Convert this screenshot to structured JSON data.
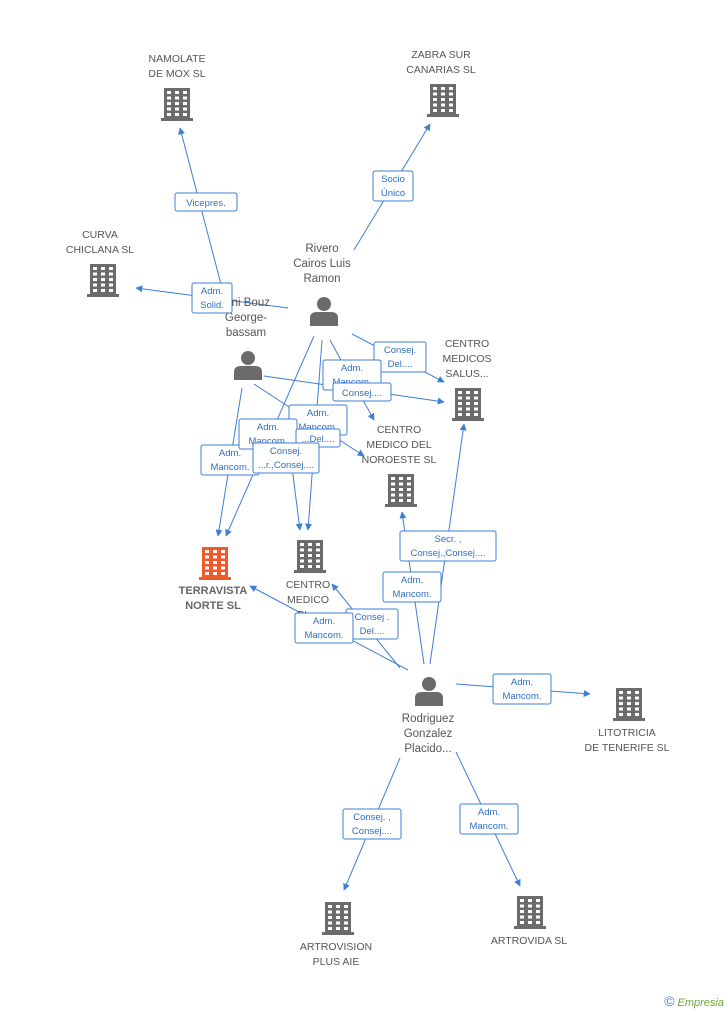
{
  "colors": {
    "edge": "#3d7fd6",
    "building": "#6b6b6b",
    "focus": "#ee5a2a",
    "person": "#6b6b6b"
  },
  "companies": [
    {
      "id": "namolate",
      "lines": [
        "NAMOLATE",
        "DE MOX  SL"
      ],
      "focus": false
    },
    {
      "id": "zabra",
      "lines": [
        "ZABRA SUR",
        "CANARIAS SL"
      ],
      "focus": false
    },
    {
      "id": "curva",
      "lines": [
        "CURVA",
        "CHICLANA  SL"
      ],
      "focus": false
    },
    {
      "id": "salus",
      "lines": [
        "CENTRO",
        "MEDICOS",
        "SALUS..."
      ],
      "focus": false
    },
    {
      "id": "noroeste",
      "lines": [
        "CENTRO",
        "MEDICO DEL",
        "NOROESTE SL"
      ],
      "focus": false
    },
    {
      "id": "terravista",
      "lines": [
        "TERRAVISTA",
        "NORTE SL"
      ],
      "focus": true
    },
    {
      "id": "medico_pl",
      "lines": [
        "CENTRO",
        "MEDICO",
        "PL..."
      ],
      "focus": false
    },
    {
      "id": "litotricia",
      "lines": [
        "LITOTRICIA",
        "DE TENERIFE SL"
      ],
      "focus": false
    },
    {
      "id": "artovision",
      "lines": [
        "ARTROVISION",
        "PLUS AIE"
      ],
      "focus": false
    },
    {
      "id": "artovida",
      "lines": [
        "ARTROVIDA SL"
      ],
      "focus": false
    }
  ],
  "persons": [
    {
      "id": "rivero",
      "lines": [
        "Rivero",
        "Cairos Luis",
        "Ramon"
      ]
    },
    {
      "id": "bouz",
      "lines": [
        "...ni Bouz",
        "George-",
        "bassam"
      ]
    },
    {
      "id": "rodriguez",
      "lines": [
        "Rodriguez",
        "Gonzalez",
        "Placido..."
      ]
    }
  ],
  "edges": [
    {
      "from": "bouz",
      "to": "namolate",
      "lines": [
        "Vicepres."
      ]
    },
    {
      "from": "rivero",
      "to": "zabra",
      "lines": [
        "Socio",
        "Único"
      ]
    },
    {
      "from": "rivero",
      "to": "curva",
      "lines": [
        "Adm.",
        "Solid."
      ]
    },
    {
      "from": "rivero",
      "to": "salus",
      "lines": [
        "Consej.",
        "Del...."
      ]
    },
    {
      "from": "bouz",
      "to": "salus",
      "lines": [
        "Adm.",
        "Mancom."
      ]
    },
    {
      "from": "rivero",
      "to": "noroeste",
      "lines": [
        "Consej...."
      ]
    },
    {
      "from": "bouz",
      "to": "noroeste",
      "lines": [
        "Adm.",
        "Mancom."
      ]
    },
    {
      "from": "rivero",
      "to": "terravista",
      "lines": [
        "Adm.",
        "Mancom."
      ]
    },
    {
      "from": "bouz",
      "to": "terravista",
      "lines": [
        "Adm.",
        "Mancom."
      ]
    },
    {
      "from": "rivero",
      "to": "medico_pl",
      "lines": [
        "...Del...."
      ]
    },
    {
      "from": "bouz",
      "to": "medico_pl",
      "lines": [
        "Consej.",
        "...r.,Consej...."
      ]
    },
    {
      "from": "rodriguez",
      "to": "salus",
      "lines": [
        "Secr. ,",
        "Consej.,Consej...."
      ]
    },
    {
      "from": "rodriguez",
      "to": "noroeste",
      "lines": [
        "Adm.",
        "Mancom."
      ]
    },
    {
      "from": "rodriguez",
      "to": "medico_pl",
      "lines": [
        "Consej .",
        "Del...."
      ]
    },
    {
      "from": "rodriguez",
      "to": "terravista",
      "lines": [
        "Adm.",
        "Mancom."
      ]
    },
    {
      "from": "rodriguez",
      "to": "litotricia",
      "lines": [
        "Adm.",
        "Mancom."
      ]
    },
    {
      "from": "rodriguez",
      "to": "artovision",
      "lines": [
        "Consej. ,",
        "Consej...."
      ]
    },
    {
      "from": "rodriguez",
      "to": "artovida",
      "lines": [
        "Adm.",
        "Mancom."
      ]
    }
  ],
  "footer": {
    "copyright": "©",
    "brand": "Empresia"
  }
}
